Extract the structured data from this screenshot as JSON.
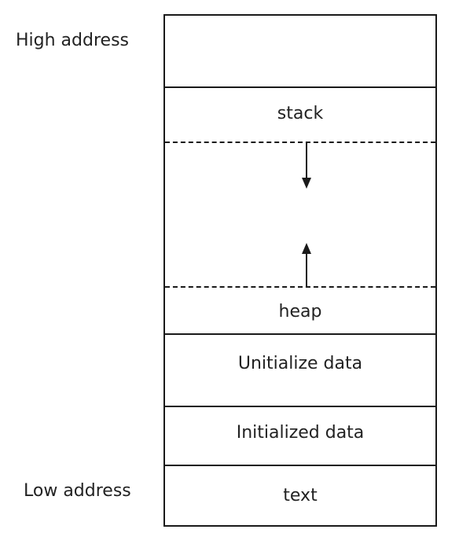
{
  "labels": {
    "high_address": "High address",
    "low_address": "Low address"
  },
  "segments": [
    {
      "label": "stack"
    },
    {
      "label": "heap"
    },
    {
      "label": "Unitialize data"
    },
    {
      "label": "Initialized data"
    },
    {
      "label": "text"
    }
  ],
  "arrows": {
    "stack_growth": "down-arrow-icon",
    "heap_growth": "up-arrow-icon"
  },
  "colors": {
    "line": "#1a1a1a",
    "text": "#222222",
    "background": "#ffffff"
  }
}
